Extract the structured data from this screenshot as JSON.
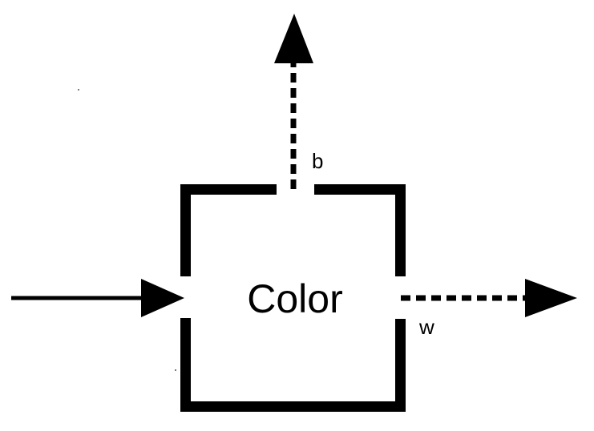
{
  "diagram": {
    "box_label": "Color",
    "top_output_label": "b",
    "right_output_label": "w",
    "line_color": "#000000",
    "background": "#ffffff"
  }
}
